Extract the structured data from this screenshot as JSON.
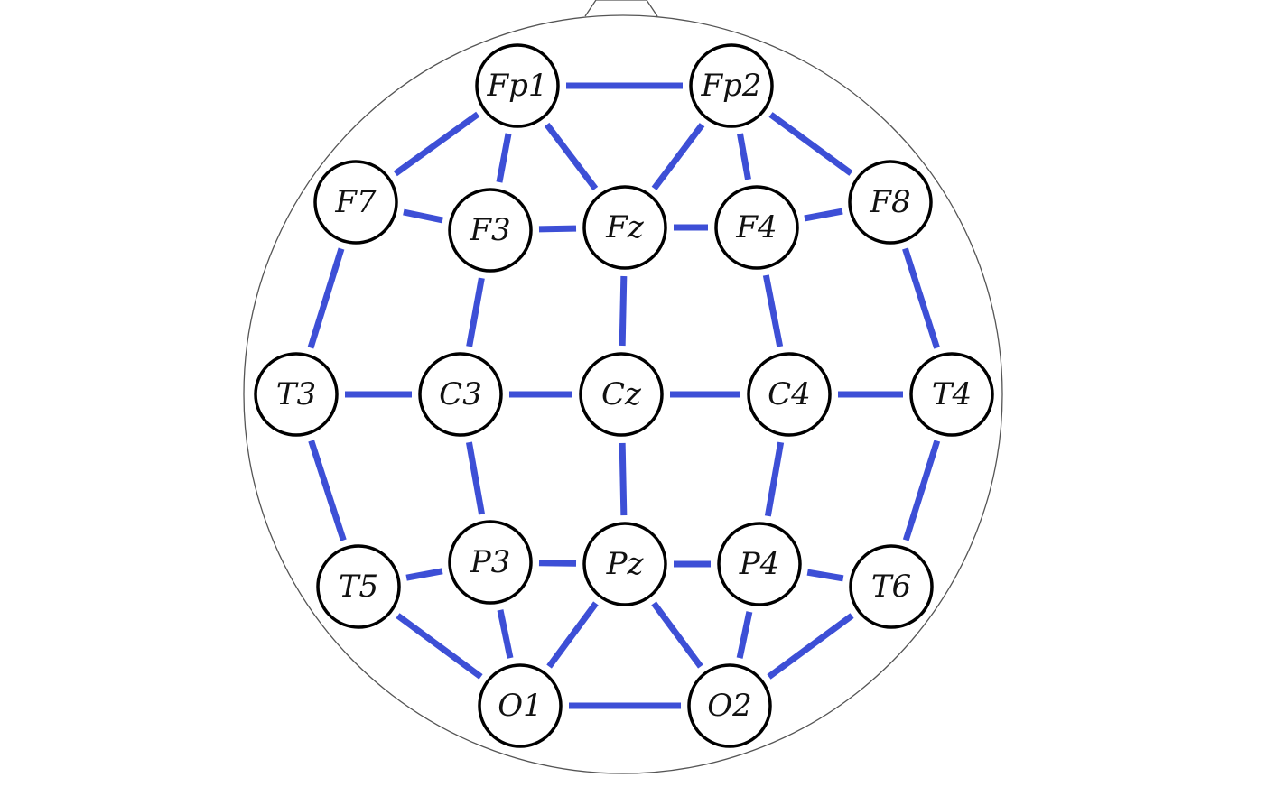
{
  "diagram": {
    "type": "eeg-electrode-graph",
    "colors": {
      "edge": "#3d4fd6",
      "node_stroke": "#000000",
      "head_outline": "#555555"
    },
    "nodes": [
      {
        "id": "Fp1",
        "label": "Fp1"
      },
      {
        "id": "Fp2",
        "label": "Fp2"
      },
      {
        "id": "F7",
        "label": "F7"
      },
      {
        "id": "F3",
        "label": "F3"
      },
      {
        "id": "Fz",
        "label": "Fz"
      },
      {
        "id": "F4",
        "label": "F4"
      },
      {
        "id": "F8",
        "label": "F8"
      },
      {
        "id": "T3",
        "label": "T3"
      },
      {
        "id": "C3",
        "label": "C3"
      },
      {
        "id": "Cz",
        "label": "Cz"
      },
      {
        "id": "C4",
        "label": "C4"
      },
      {
        "id": "T4",
        "label": "T4"
      },
      {
        "id": "T5",
        "label": "T5"
      },
      {
        "id": "P3",
        "label": "P3"
      },
      {
        "id": "Pz",
        "label": "Pz"
      },
      {
        "id": "P4",
        "label": "P4"
      },
      {
        "id": "T6",
        "label": "T6"
      },
      {
        "id": "O1",
        "label": "O1"
      },
      {
        "id": "O2",
        "label": "O2"
      }
    ],
    "edges": [
      [
        "Fp1",
        "Fp2"
      ],
      [
        "Fp1",
        "F7"
      ],
      [
        "Fp1",
        "F3"
      ],
      [
        "Fp1",
        "Fz"
      ],
      [
        "Fp2",
        "Fz"
      ],
      [
        "Fp2",
        "F4"
      ],
      [
        "Fp2",
        "F8"
      ],
      [
        "F7",
        "F3"
      ],
      [
        "F3",
        "Fz"
      ],
      [
        "Fz",
        "F4"
      ],
      [
        "F4",
        "F8"
      ],
      [
        "F7",
        "T3"
      ],
      [
        "F3",
        "C3"
      ],
      [
        "Fz",
        "Cz"
      ],
      [
        "F4",
        "C4"
      ],
      [
        "F8",
        "T4"
      ],
      [
        "T3",
        "C3"
      ],
      [
        "C3",
        "Cz"
      ],
      [
        "Cz",
        "C4"
      ],
      [
        "C4",
        "T4"
      ],
      [
        "T3",
        "T5"
      ],
      [
        "C3",
        "P3"
      ],
      [
        "Cz",
        "Pz"
      ],
      [
        "C4",
        "P4"
      ],
      [
        "T4",
        "T6"
      ],
      [
        "T5",
        "P3"
      ],
      [
        "P3",
        "Pz"
      ],
      [
        "Pz",
        "P4"
      ],
      [
        "P4",
        "T6"
      ],
      [
        "T5",
        "O1"
      ],
      [
        "P3",
        "O1"
      ],
      [
        "Pz",
        "O1"
      ],
      [
        "Pz",
        "O2"
      ],
      [
        "P4",
        "O2"
      ],
      [
        "T6",
        "O2"
      ],
      [
        "O1",
        "O2"
      ]
    ]
  }
}
